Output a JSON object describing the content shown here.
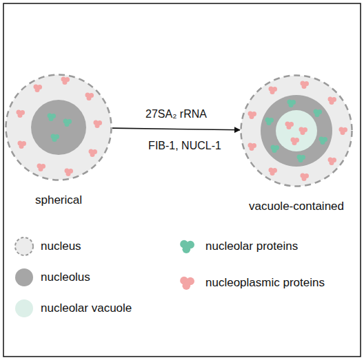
{
  "diagram": {
    "nodes": [
      {
        "text": [
          "spherical"
        ]
      },
      {
        "text": [
          "vacuole-contained"
        ]
      }
    ],
    "edges": [
      {
        "from": 0,
        "to": 1,
        "arrow": "to",
        "label": "27SA₂ rRNA"
      }
    ],
    "labels": [
      "FIB-1, NUCL-1"
    ],
    "legend": [
      {
        "text": "nucleus",
        "color": "#ececec"
      },
      {
        "text": "nucleolus",
        "color": "#a6a6a6"
      },
      {
        "text": "nucleolar vacuole",
        "color": "#dcefe8"
      },
      {
        "text": "nucleolar proteins",
        "color": "#6cc3a6"
      },
      {
        "text": "nucleoplasmic proteins",
        "color": "#f3a5a5"
      }
    ]
  }
}
